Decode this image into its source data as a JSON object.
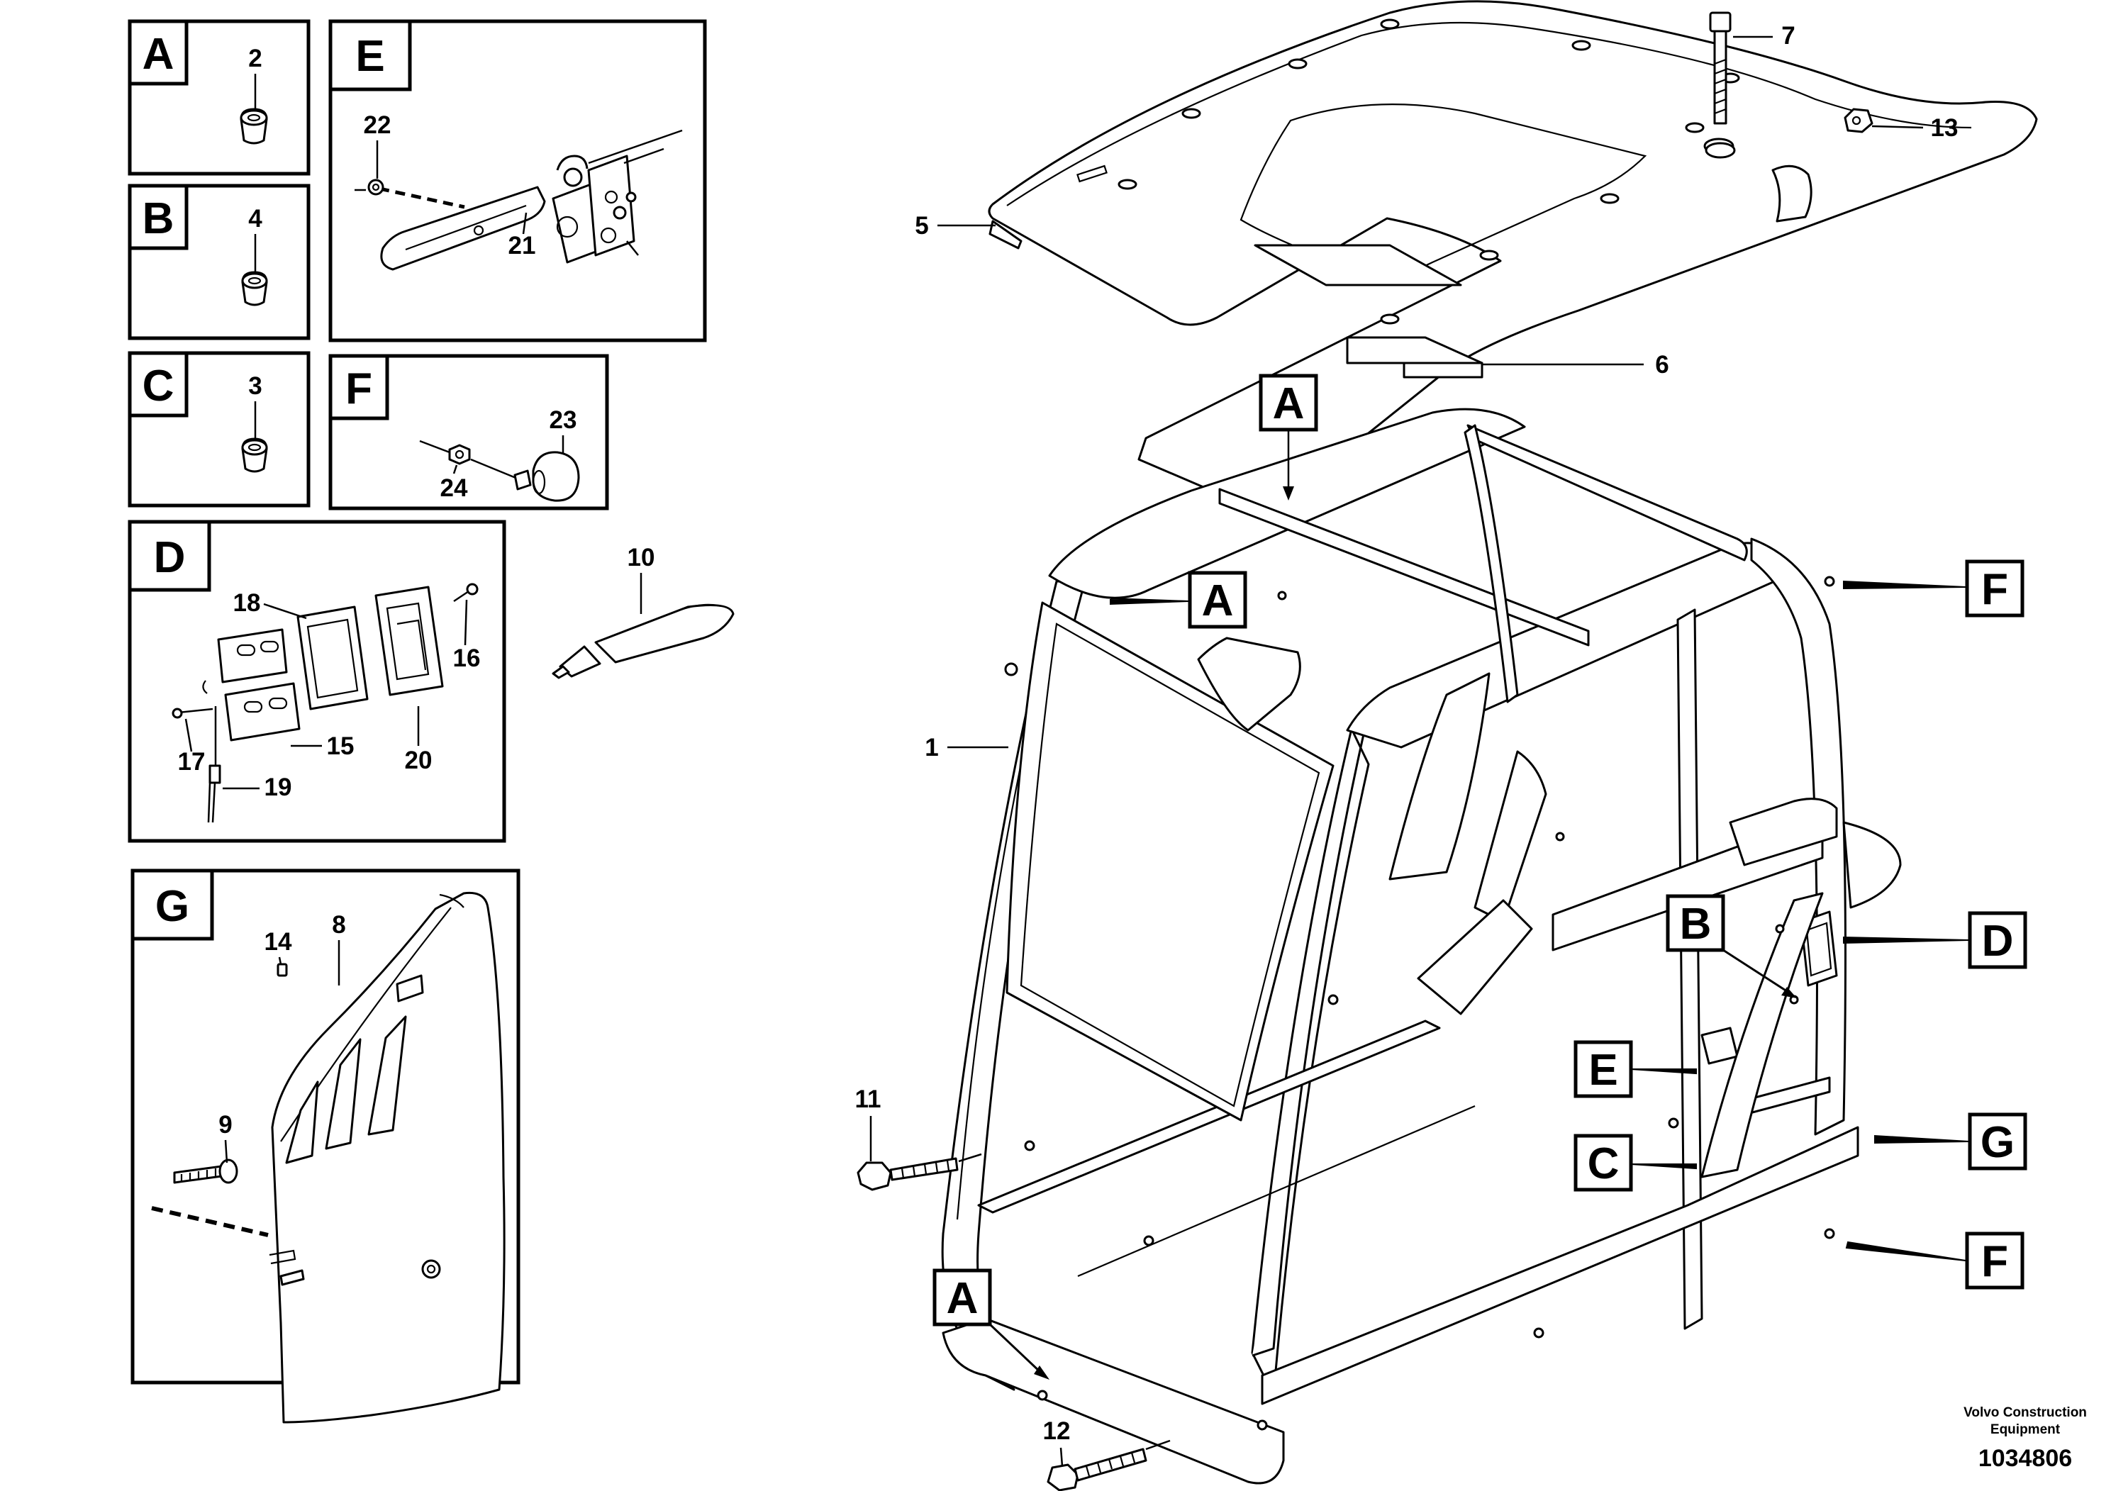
{
  "panels": [
    {
      "letter": "A",
      "parts": [
        "2"
      ]
    },
    {
      "letter": "B",
      "parts": [
        "4"
      ]
    },
    {
      "letter": "C",
      "parts": [
        "3"
      ]
    },
    {
      "letter": "D",
      "parts": [
        "18",
        "16",
        "15",
        "17",
        "19",
        "20"
      ]
    },
    {
      "letter": "E",
      "parts": [
        "22",
        "21"
      ]
    },
    {
      "letter": "F",
      "parts": [
        "23",
        "24"
      ]
    },
    {
      "letter": "G",
      "parts": [
        "14",
        "8",
        "9"
      ]
    }
  ],
  "callouts": {
    "n1": "1",
    "n2": "2",
    "n3": "3",
    "n4": "4",
    "n5": "5",
    "n6": "6",
    "n7": "7",
    "n8": "8",
    "n9": "9",
    "n10": "10",
    "n11": "11",
    "n12": "12",
    "n13": "13",
    "n14": "14",
    "n15": "15",
    "n16": "16",
    "n17": "17",
    "n18": "18",
    "n19": "19",
    "n20": "20",
    "n21": "21",
    "n22": "22",
    "n23": "23",
    "n24": "24"
  },
  "detail_refs": {
    "a_top": "A",
    "a_inner": "A",
    "a_bottom": "A",
    "b": "B",
    "c": "C",
    "d": "D",
    "e": "E",
    "f_top": "F",
    "f_bottom": "F",
    "g": "G"
  },
  "footer": {
    "brand_line1": "Volvo Construction",
    "brand_line2": "Equipment",
    "drawing_number": "1034806"
  }
}
